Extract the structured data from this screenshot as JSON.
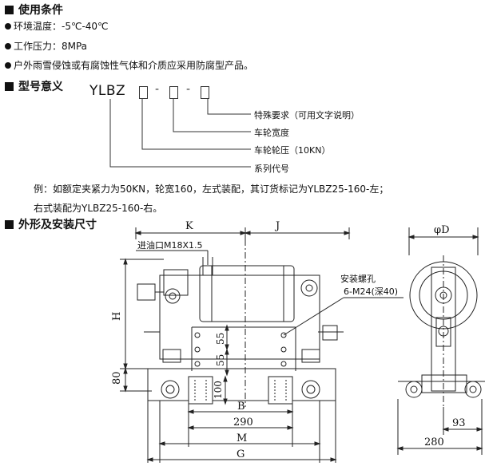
{
  "section1": {
    "title": "使用条件"
  },
  "conditions": [
    "环境温度：-5℃-40℃",
    "工作压力：8MPa",
    "户外雨雪侵蚀或有腐蚀性气体和介质应采用防腐型产品。"
  ],
  "section2": {
    "title": "型号意义"
  },
  "model": {
    "code": "YLBZ",
    "dash": "-",
    "labels": [
      "特殊要求（可用文字说明）",
      "车轮宽度",
      "车轮轮压（10KN）",
      "系列代号"
    ]
  },
  "example": {
    "line1": "例：如额定夹紧力为50KN，轮宽160，左式装配，其订货标记为YLBZ25-160-左；",
    "line2": "右式装配为YLBZ25-160-右。"
  },
  "section3": {
    "title": "外形及安装尺寸"
  },
  "drawing": {
    "dim_K": "K",
    "dim_J": "J",
    "dim_phiD": "φD",
    "oil_inlet": "进油口M18X1.5",
    "mount_holes_title": "安装螺孔",
    "mount_holes_spec": "6-M24(深40)",
    "dim_H": "H",
    "dim_80": "80",
    "dim_55a": "55",
    "dim_55b": "55",
    "dim_100": "100",
    "dim_B": "B",
    "dim_290": "290",
    "dim_M": "M",
    "dim_G": "G",
    "dim_93": "93",
    "dim_280": "280"
  }
}
